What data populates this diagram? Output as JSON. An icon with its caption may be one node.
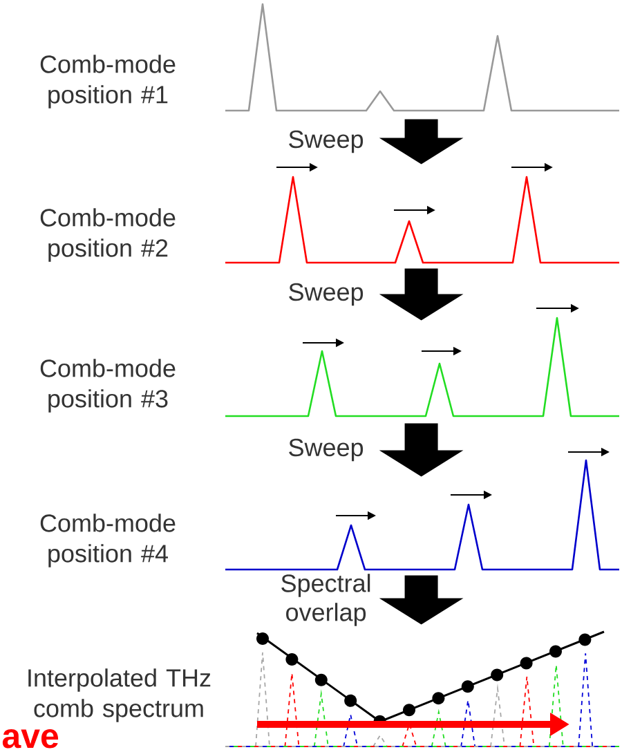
{
  "diagram": {
    "nodes": [
      {
        "text": [
          "Comb-mode position #1"
        ]
      },
      {
        "text": [
          "Comb-mode position #2"
        ]
      },
      {
        "text": [
          "Comb-mode position #3"
        ]
      },
      {
        "text": [
          "Comb-mode position #4"
        ]
      },
      {
        "text": [
          "Interpolated THz comb spectrum"
        ]
      }
    ],
    "edges": [
      {
        "from": 0,
        "to": 1,
        "arrow": "to",
        "label": "Sweep"
      },
      {
        "from": 1,
        "to": 2,
        "arrow": "to",
        "label": "Sweep"
      },
      {
        "from": 2,
        "to": 3,
        "arrow": "to",
        "label": "Sweep"
      },
      {
        "from": 3,
        "to": 4,
        "arrow": "to",
        "label": "Spectral overlap"
      }
    ],
    "labels": [
      "ave"
    ]
  }
}
